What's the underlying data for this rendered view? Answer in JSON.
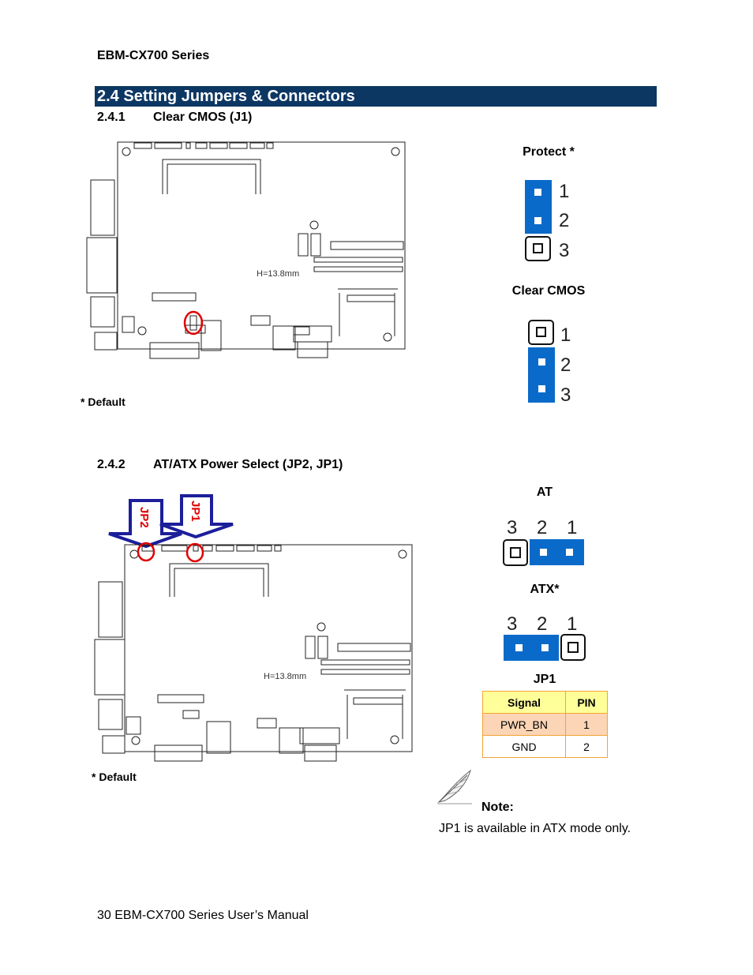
{
  "header": {
    "series": "EBM-CX700 Series"
  },
  "section": {
    "title": "2.4 Setting Jumpers & Connectors"
  },
  "clear_cmos": {
    "number": "2.4.1",
    "title": "Clear CMOS (J1)",
    "board_label": "H=13.8mm",
    "protect_label": "Protect *",
    "clear_label": "Clear CMOS",
    "default_note": "* Default",
    "pins": [
      "1",
      "2",
      "3"
    ]
  },
  "power_select": {
    "number": "2.4.2",
    "title": "AT/ATX Power Select (JP2, JP1)",
    "board_label": "H=13.8mm",
    "arrow_jp2": "JP2",
    "arrow_jp1": "JP1",
    "at_label": "AT",
    "atx_label": "ATX*",
    "pins": [
      "3",
      "2",
      "1"
    ],
    "default_note": "* Default",
    "table_title": "JP1",
    "table": {
      "headers": [
        "Signal",
        "PIN"
      ],
      "rows": [
        [
          "PWR_BN",
          "1"
        ],
        [
          "GND",
          "2"
        ]
      ]
    }
  },
  "note": {
    "title": "Note:",
    "text": "JP1 is available in ATX mode only."
  },
  "footer": {
    "text": "30 EBM-CX700 Series User’s Manual"
  },
  "colors": {
    "section_bar": "#0d3763",
    "jumper_blue": "#0a6ac9",
    "highlight_red": "#e00000",
    "arrow_blue": "#1c1e9a"
  }
}
